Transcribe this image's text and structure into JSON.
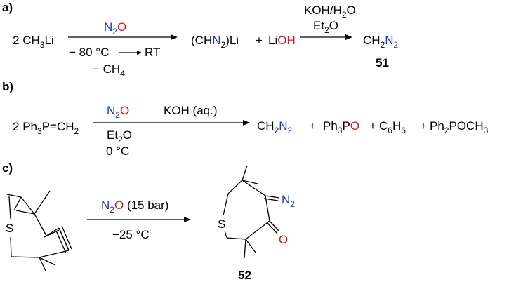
{
  "labels": {
    "a": "a)",
    "b": "b)",
    "c": "c)"
  },
  "colors": {
    "nitrogen": "#1a2fd6",
    "oxygen": "#e8141b",
    "default": "#000000"
  },
  "a": {
    "coef": "2",
    "reagent_main": "CH",
    "reagent_sub": "3",
    "reagent_tail": "Li",
    "above_n": "N",
    "above_sub": "2",
    "above_o": "O",
    "below_temp_start": "− 80 °C",
    "below_temp_end": "RT",
    "below_loss_main": "− CH",
    "below_loss_sub": "4",
    "prod_open": "(CH",
    "prod_n": "N",
    "prod_sub": "2",
    "prod_close": ")Li",
    "plus": "+",
    "prod2_main": "Li",
    "prod2_o": "O",
    "prod2_h": "H",
    "step2_top": "KOH/H",
    "step2_top_sub": "2",
    "step2_top_tail": "O",
    "step2_solv_main": "Et",
    "step2_solv_sub": "2",
    "step2_solv_tail": "O",
    "final_ch": "CH",
    "final_ch_sub": "2",
    "final_n": "N",
    "final_n_sub": "2",
    "final_number": "51"
  },
  "b": {
    "coef": "2",
    "reagent_main": "Ph",
    "reagent_sub": "3",
    "reagent_tail": "P=CH",
    "reagent_sub2": "2",
    "above_n": "N",
    "above_sub": "2",
    "above_o": "O",
    "solv_main": "Et",
    "solv_sub": "2",
    "solv_tail": "O",
    "temp": "0 °C",
    "step2": "KOH (aq.)",
    "p1_main": "CH",
    "p1_sub": "2",
    "p1_n": "N",
    "p1_n_sub": "2",
    "plus": "+",
    "p2_main": "Ph",
    "p2_sub": "3",
    "p2_p": "P",
    "p2_o": "O",
    "p3_main": "C",
    "p3_sub": "6",
    "p3_h": "H",
    "p3_sub2": "6",
    "p4_main": "Ph",
    "p4_sub": "2",
    "p4_tail": "POCH",
    "p4_sub2": "3"
  },
  "c": {
    "ring_s": "S",
    "above_n": "N",
    "above_sub": "2",
    "above_o": "O",
    "above_tail": "(15 bar)",
    "below": "−25 °C",
    "prod_n": "N",
    "prod_n_sub": "2",
    "prod_o": "O",
    "prod_s": "S",
    "prod_number": "52"
  }
}
